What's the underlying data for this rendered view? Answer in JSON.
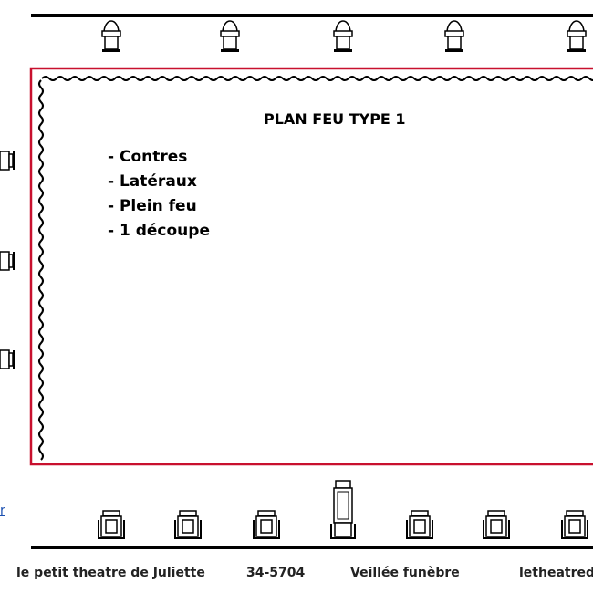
{
  "plan": {
    "title": "PLAN FEU TYPE 1",
    "items": [
      "- Contres",
      "- Latéraux",
      "- Plein feu",
      "- 1 découpe"
    ]
  },
  "footer": {
    "troupe": "le petit theatre de Juliette",
    "code": "34-5704",
    "piece": "Veillée funèbre",
    "site": "letheatrede"
  },
  "side_link": "r",
  "colors": {
    "stage_border": "#c8102e",
    "bar": "#000000",
    "curtain": "#000000",
    "link": "#1a4fb0"
  },
  "icons": {
    "top_projectors": "par-projector-icon",
    "left_projectors": "side-projector-icon",
    "bottom_projectors": "front-projector-icon",
    "decoupe": "profile-spot-icon"
  }
}
